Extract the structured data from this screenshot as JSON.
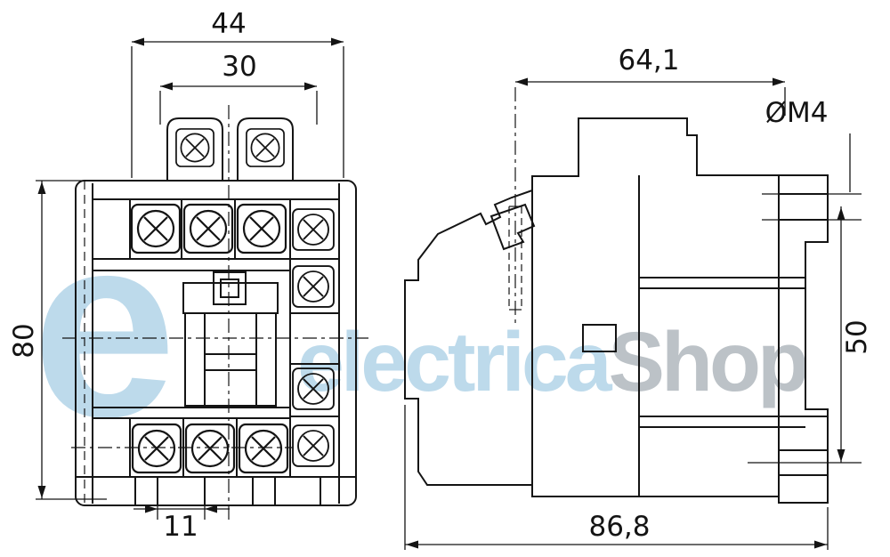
{
  "page": {
    "background": "#ffffff",
    "line_color": "#141414"
  },
  "watermark": {
    "logo_letter": "e",
    "brand_primary": "electrica",
    "brand_secondary": "Shop",
    "primary_color": "#bddaeb",
    "secondary_color": "#bcc2c7"
  },
  "front_view": {
    "dim_top_outer": "44",
    "dim_top_inner": "30",
    "dim_height": "80",
    "dim_foot_width": "11"
  },
  "side_view": {
    "dim_depth_upper": "64,1",
    "thread_label": "ØM4",
    "dim_mounting_pitch": "50",
    "dim_depth_overall": "86,8"
  }
}
